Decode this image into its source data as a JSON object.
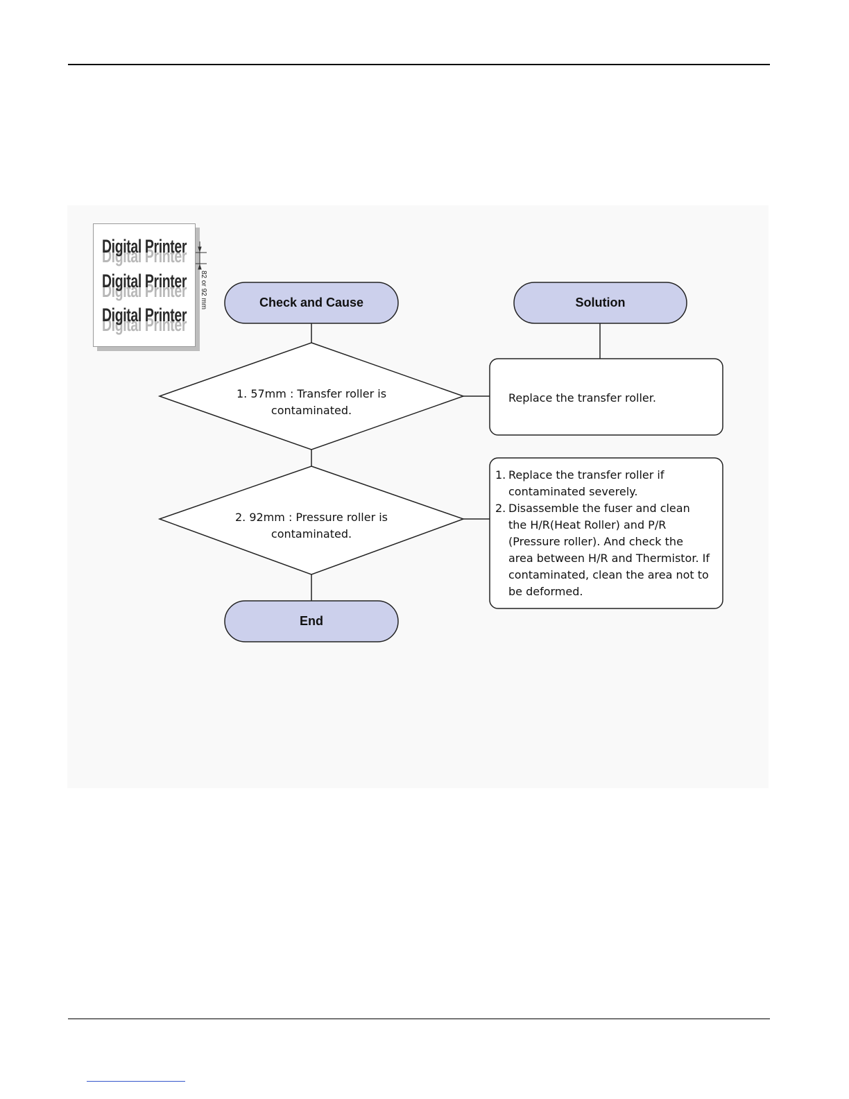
{
  "sample": {
    "print_text": "Digital Printer",
    "dimension_label": "82 or 92 mm"
  },
  "flow": {
    "header_cause": "Check and Cause",
    "header_solution": "Solution",
    "cause_1": "1. 57mm : Transfer roller is contaminated.",
    "cause_2": "2. 92mm : Pressure roller is contaminated.",
    "solution_1": "Replace the transfer roller.",
    "solution_2_items": [
      {
        "num": "1.",
        "text": "Replace the transfer roller if contaminated severely."
      },
      {
        "num": "2.",
        "text": "Disassemble the fuser and clean the H/R(Heat Roller) and P/R (Pressure roller). And check the area between H/R and Thermistor. If contaminated, clean the area not to be deformed."
      }
    ],
    "end_label": "End"
  },
  "colors": {
    "pill_fill": "#ccd0ec",
    "line": "#222222"
  }
}
